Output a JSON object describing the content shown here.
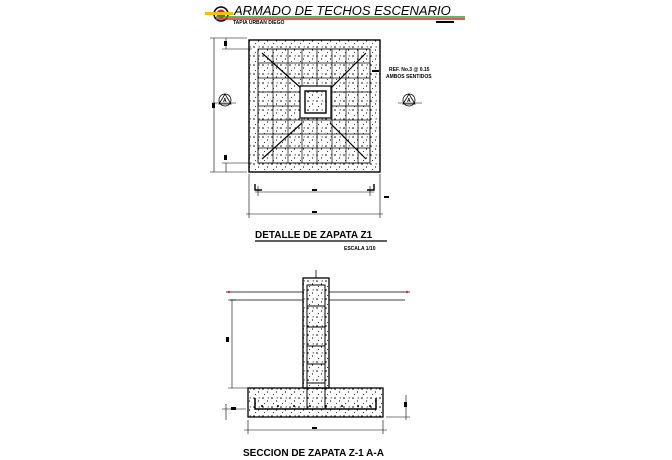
{
  "header": {
    "title": "ARMADO DE TECHOS ESCENARIO",
    "author": "TAPIA URBAN DIEGO",
    "colors": {
      "green": "#2e9e3a",
      "red": "#e0242b",
      "yellow": "#f2c200",
      "black": "#000000"
    }
  },
  "plan": {
    "rebar_note_line1": "REF. No.3 @ 0.15",
    "rebar_note_line2": "AMBOS SENTIDOS",
    "section_marker_left": "A",
    "section_marker_right": "A",
    "caption": "DETALLE DE ZAPATA Z1",
    "scale": "ESCALA 1/10"
  },
  "section": {
    "caption": "SECCION DE ZAPATA Z-1 A-A"
  }
}
